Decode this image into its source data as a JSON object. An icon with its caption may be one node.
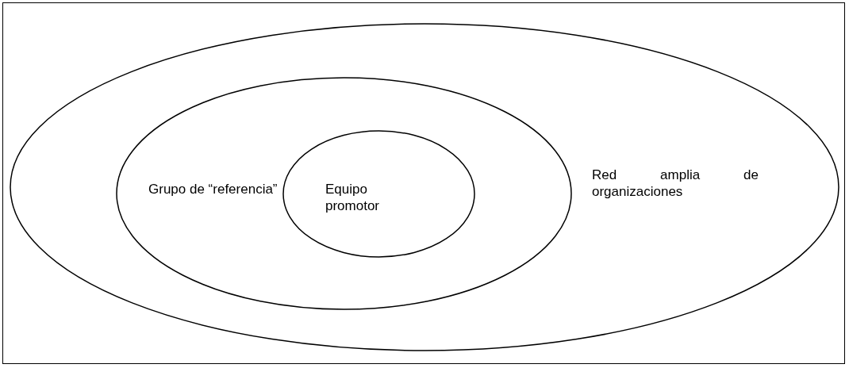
{
  "diagram": {
    "nodes": [
      {
        "text": [
          "Red amplia de organizaciones"
        ]
      },
      {
        "text": [
          "Grupo de “referencia”"
        ],
        "in": 0
      },
      {
        "text": [
          "Equipo promotor"
        ],
        "in": 1
      }
    ]
  }
}
